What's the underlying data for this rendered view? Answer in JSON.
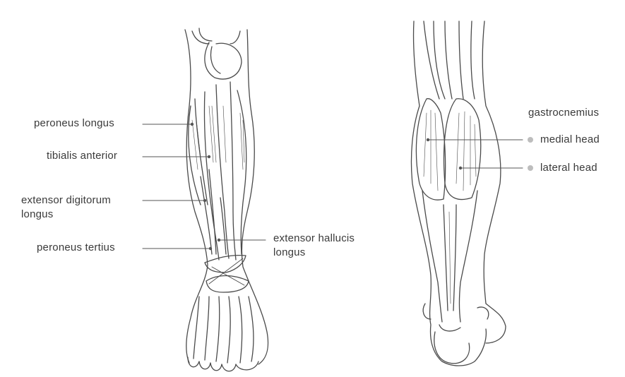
{
  "figure": {
    "anterior_view": {
      "labels": [
        {
          "key": "peroneus_longus",
          "text": "peroneus longus"
        },
        {
          "key": "tibialis_anterior",
          "text": "tibialis anterior"
        },
        {
          "key": "extensor_digitorum_longus",
          "line1": "extensor digitorum",
          "line2": "longus"
        },
        {
          "key": "peroneus_tertius",
          "text": "peroneus tertius"
        },
        {
          "key": "extensor_hallucis_longus",
          "line1": "extensor hallucis",
          "line2": "longus"
        }
      ]
    },
    "posterior_view": {
      "group_title": "gastrocnemius",
      "labels": [
        {
          "key": "medial_head",
          "text": "medial head"
        },
        {
          "key": "lateral_head",
          "text": "lateral head"
        }
      ]
    }
  },
  "colors": {
    "ink": "#4a4a4a",
    "text": "#3a3a3a",
    "leader": "#555555",
    "bullet": "#bdbdbd"
  }
}
